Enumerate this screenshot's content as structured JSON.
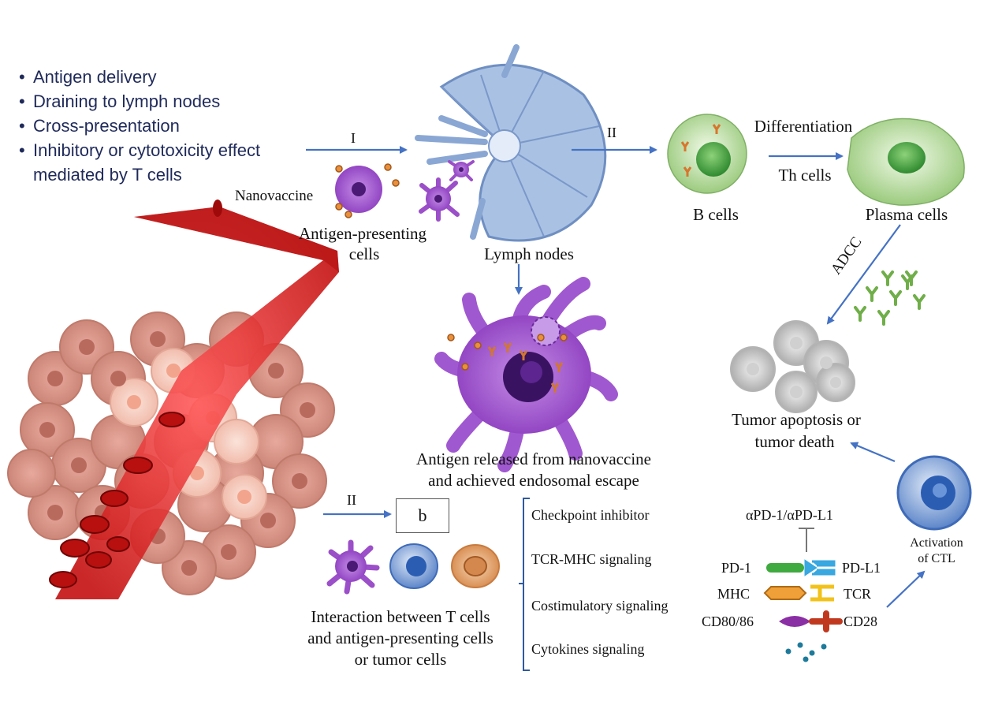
{
  "bullets": [
    "Antigen delivery",
    "Draining to lymph nodes",
    "Cross-presentation",
    "Inhibitory or cytotoxicity effect",
    "mediated by T cells"
  ],
  "labels": {
    "nanovaccine": "Nanovaccine",
    "apc_line1": "Antigen-presenting",
    "apc_line2": "cells",
    "lymph_nodes": "Lymph nodes",
    "b_cells": "B cells",
    "plasma_cells": "Plasma cells",
    "differentiation": "Differentiation",
    "th_cells": "Th cells",
    "adcc": "ADCC",
    "tumor_line1": "Tumor apoptosis or",
    "tumor_line2": "tumor death",
    "release_line1": "Antigen released from nanovaccine",
    "release_line2": "and achieved endosomal escape",
    "interaction_line1": "Interaction between T cells",
    "interaction_line2": "and antigen-presenting cells",
    "interaction_line3": "or tumor cells",
    "box_b": "b",
    "step_I": "I",
    "step_II_top": "II",
    "step_II_bottom": "II",
    "activation_line1": "Activation",
    "activation_line2": "of CTL",
    "inhibitor": "αPD-1/αPD-L1",
    "pd1": "PD-1",
    "pdl1": "PD-L1",
    "mhc": "MHC",
    "tcr": "TCR",
    "cd80": "CD80/86",
    "cd28": "CD28"
  },
  "signaling": [
    "Checkpoint inhibitor",
    "TCR-MHC signaling",
    "Costimulatory signaling",
    "Cytokines signaling"
  ],
  "colors": {
    "arrow": "#4472c4",
    "vessel": "#d61f1f",
    "apc": "#9b4fc8",
    "lymph": "#8fb0d8",
    "bcell": "#a6cf8c",
    "tumor": "#d9968a",
    "ctl": "#4a78c4",
    "bullet_text": "#1f2a5a"
  },
  "icons": [
    "dendritic-cell-icon",
    "lymph-node-icon",
    "b-cell-icon",
    "plasma-cell-icon",
    "antibody-icon",
    "tumor-cell-icon",
    "t-cell-icon",
    "blood-vessel-icon",
    "receptor-icon"
  ]
}
